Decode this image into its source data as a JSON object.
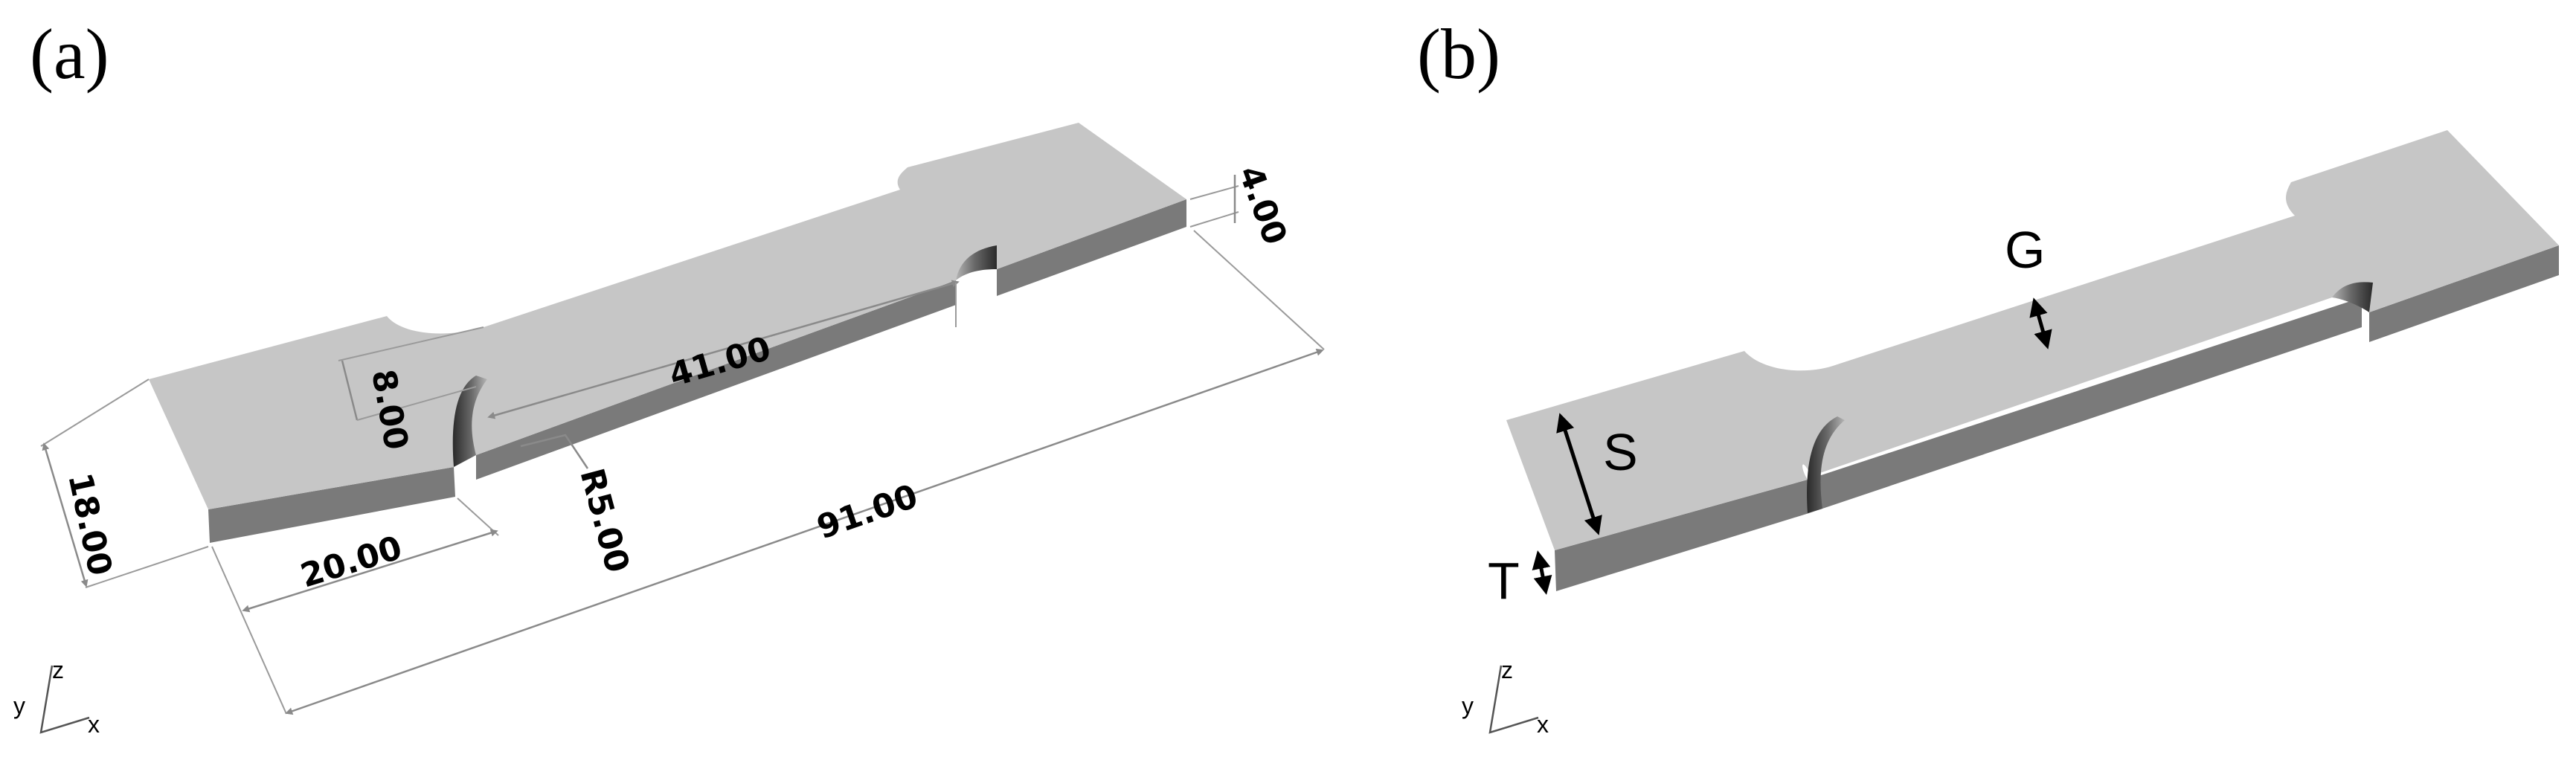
{
  "panels": {
    "a": {
      "label": "(a)"
    },
    "b": {
      "label": "(b)"
    }
  },
  "dimensions": {
    "thickness": "4.00",
    "gauge_width": "8.00",
    "gauge_length": "41.00",
    "fillet_radius": "R5.00",
    "total_length": "91.00",
    "grip_length": "20.00",
    "grip_width": "18.00"
  },
  "symbols": {
    "gauge": "G",
    "shoulder": "S",
    "thickness": "T"
  },
  "axes": {
    "y": "y",
    "z": "z",
    "x": "x"
  },
  "colors": {
    "top_face": "#c6c6c6",
    "side_face": "#7d7d7d",
    "edge_face": "#6a6a6a",
    "dimension_line": "#8a8a8a",
    "arrow": "#000000"
  }
}
